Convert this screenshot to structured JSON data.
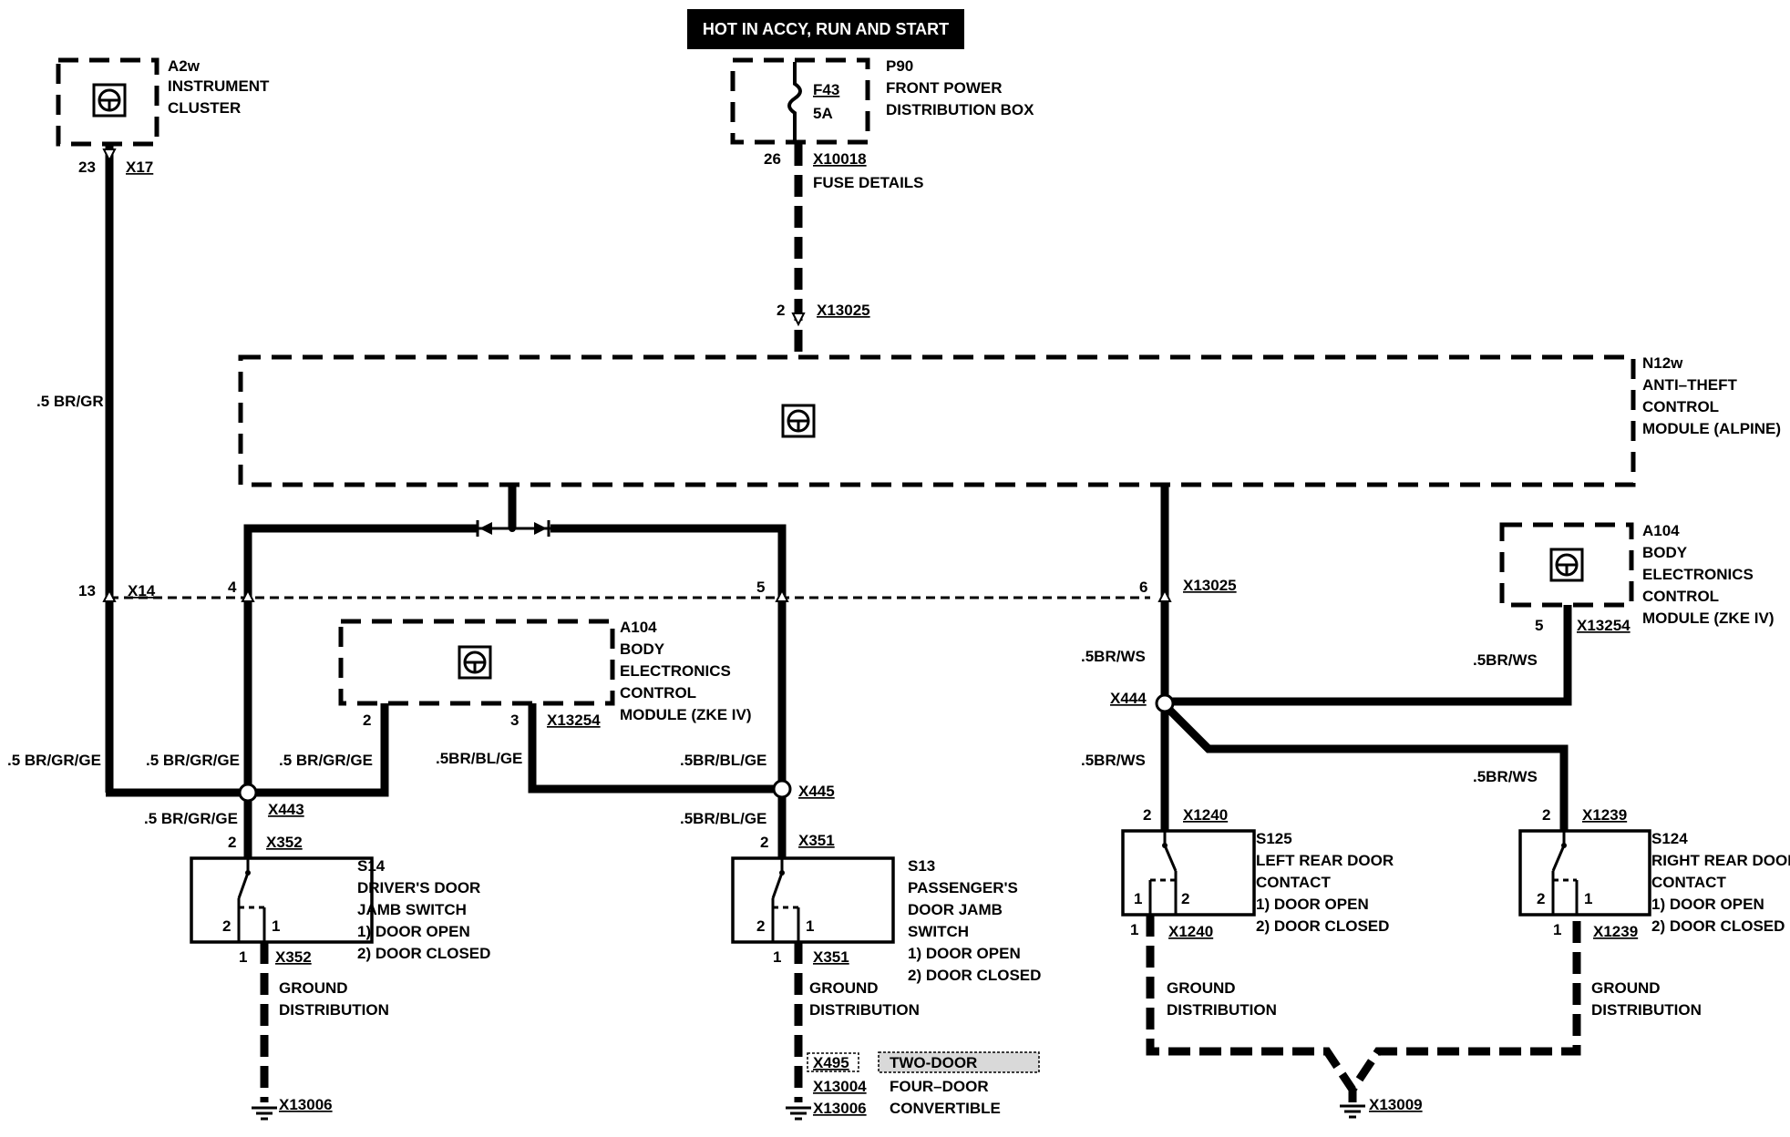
{
  "banner": "HOT IN ACCY, RUN AND START",
  "a2w": {
    "id": "A2w",
    "l1": "INSTRUMENT",
    "l2": "CLUSTER",
    "pin": "23",
    "conn": "X17"
  },
  "p90": {
    "id": "P90",
    "l1": "FRONT POWER",
    "l2": "DISTRIBUTION BOX",
    "fuse": "F43",
    "amps": "5A",
    "pin": "26",
    "conn": "X10018",
    "note": "FUSE DETAILS"
  },
  "n12w": {
    "id": "N12w",
    "l1": "ANTI–THEFT",
    "l2": "CONTROL",
    "l3": "MODULE (ALPINE)",
    "pin_top": "2",
    "conn_top": "X13025"
  },
  "a104_mid": {
    "id": "A104",
    "l1": "BODY",
    "l2": "ELECTRONICS",
    "l3": "CONTROL",
    "l4": "MODULE (ZKE IV)",
    "pin_a": "2",
    "pin_b": "3",
    "conn": "X13254"
  },
  "a104_right": {
    "id": "A104",
    "l1": "BODY",
    "l2": "ELECTRONICS",
    "l3": "CONTROL",
    "l4": "MODULE (ZKE IV)",
    "pin": "5",
    "conn": "X13254"
  },
  "junction_row": {
    "pin13": "13",
    "conn_x14": "X14",
    "pin4": "4",
    "pin5": "5",
    "pin6": "6",
    "conn_x13025": "X13025"
  },
  "wires": {
    "br_gr": ".5 BR/GR",
    "br_gr_ge_a": ".5 BR/GR/GE",
    "br_gr_ge_b": ".5 BR/GR/GE",
    "br_gr_ge_c": ".5 BR/GR/GE",
    "br_gr_ge_d": ".5 BR/GR/GE",
    "br_bl_ge_a": ".5BR/BL/GE",
    "br_bl_ge_b": ".5BR/BL/GE",
    "br_bl_ge_c": ".5BR/BL/GE",
    "br_ws_a": ".5BR/WS",
    "br_ws_b": ".5BR/WS",
    "br_ws_c": ".5BR/WS",
    "br_ws_d": ".5BR/WS"
  },
  "splices": {
    "x443": "X443",
    "x445": "X445",
    "x444": "X444"
  },
  "s14": {
    "id": "S14",
    "l1": "DRIVER'S DOOR",
    "l2": "JAMB SWITCH",
    "o1": "1)   DOOR OPEN",
    "o2": "2)   DOOR CLOSED",
    "pin_top": "2",
    "conn_top": "X352",
    "p2": "2",
    "p1": "1",
    "pin_bot": "1",
    "conn_bot": "X352",
    "g1": "GROUND",
    "g2": "DISTRIBUTION",
    "gconn": "X13006"
  },
  "s13": {
    "id": "S13",
    "l1": "PASSENGER'S",
    "l2": "DOOR JAMB",
    "l3": "SWITCH",
    "o1": "1)   DOOR OPEN",
    "o2": "2)   DOOR CLOSED",
    "pin_top": "2",
    "conn_top": "X351",
    "p2": "2",
    "p1": "1",
    "pin_bot": "1",
    "conn_bot": "X351",
    "g1": "GROUND",
    "g2": "DISTRIBUTION",
    "x495": "X495",
    "two_door": "TWO-DOOR",
    "x13004": "X13004",
    "four_door": "FOUR–DOOR",
    "x13006": "X13006",
    "convertible": "CONVERTIBLE"
  },
  "s125": {
    "id": "S125",
    "l1": "LEFT REAR DOOR",
    "l2": "CONTACT",
    "o1": "1)   DOOR OPEN",
    "o2": "2)   DOOR CLOSED",
    "pin_top": "2",
    "conn_top": "X1240",
    "p1": "1",
    "p2": "2",
    "pin_bot": "1",
    "conn_bot": "X1240",
    "g1": "GROUND",
    "g2": "DISTRIBUTION"
  },
  "s124": {
    "id": "S124",
    "l1": "RIGHT REAR DOOR",
    "l2": "CONTACT",
    "o1": "1)   DOOR OPEN",
    "o2": "2)   DOOR CLOSED",
    "pin_top": "2",
    "conn_top": "X1239",
    "p2": "2",
    "p1": "1",
    "pin_bot": "1",
    "conn_bot": "X1239",
    "g1": "GROUND",
    "g2": "DISTRIBUTION"
  },
  "ground_right": "X13009"
}
